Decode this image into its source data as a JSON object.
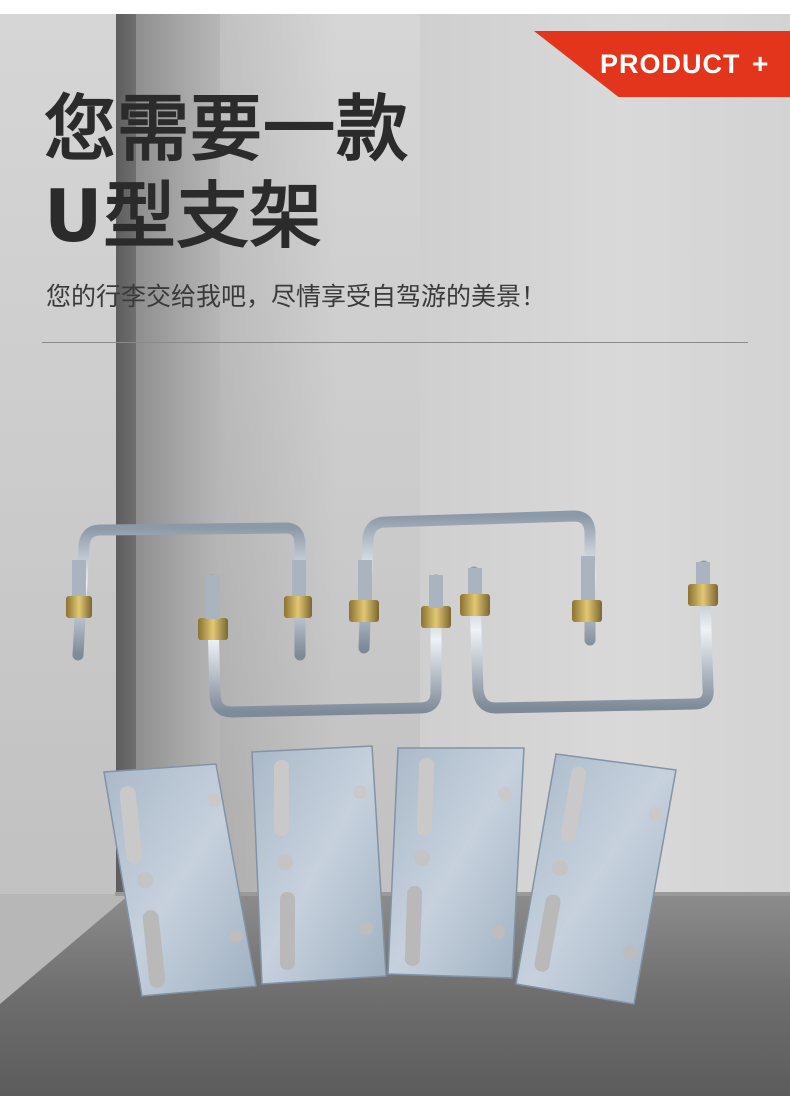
{
  "header": {
    "badge_label": "PRODUCT",
    "badge_icon": "plus-icon",
    "badge_plus": "+",
    "accent_color": "#e2351b"
  },
  "headline": {
    "line1": "您需要一款",
    "line2": "U型支架"
  },
  "tagline": "您的行李交给我吧，尽情享受自驾游的美景！"
}
